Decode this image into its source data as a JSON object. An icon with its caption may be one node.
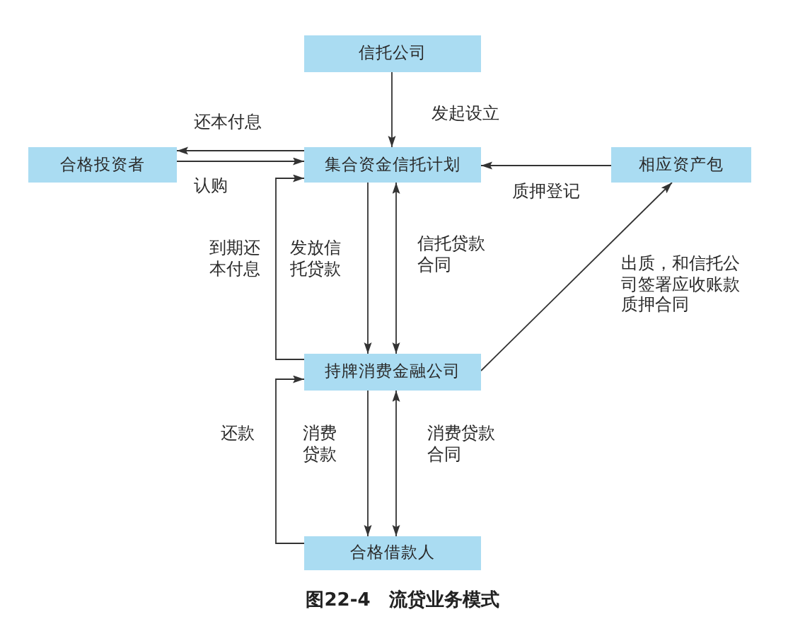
{
  "diagram": {
    "caption": "图22-4　流贷业务模式",
    "nodes": [
      {
        "text": [
          "信托公司"
        ]
      },
      {
        "text": [
          "合格投资者"
        ]
      },
      {
        "text": [
          "集合资金信托计划"
        ]
      },
      {
        "text": [
          "相应资产包"
        ]
      },
      {
        "text": [
          "持牌消费金融公司"
        ]
      },
      {
        "text": [
          "合格借款人"
        ]
      }
    ],
    "edges": [
      {
        "from": 0,
        "to": 2,
        "arrow": "to",
        "label": "发起设立"
      },
      {
        "from": 2,
        "to": 1,
        "arrow": "to",
        "label": "还本付息"
      },
      {
        "from": 1,
        "to": 2,
        "arrow": "to",
        "label": "认购"
      },
      {
        "from": 3,
        "to": 2,
        "arrow": "to",
        "label": "质押登记"
      },
      {
        "from": 4,
        "to": 2,
        "arrow": "to",
        "label": "到期还本付息"
      },
      {
        "from": 2,
        "to": 4,
        "arrow": "to",
        "label": "发放信托贷款"
      },
      {
        "from": 2,
        "to": 4,
        "arrow": "both",
        "label": "信托贷款合同"
      },
      {
        "from": 4,
        "to": 3,
        "arrow": "to",
        "label": "出质，和信托公司签署应收账款质押合同"
      },
      {
        "from": 5,
        "to": 4,
        "arrow": "to",
        "label": "还款"
      },
      {
        "from": 4,
        "to": 5,
        "arrow": "to",
        "label": "消费贷款"
      },
      {
        "from": 4,
        "to": 5,
        "arrow": "both",
        "label": "消费贷款合同"
      }
    ]
  }
}
